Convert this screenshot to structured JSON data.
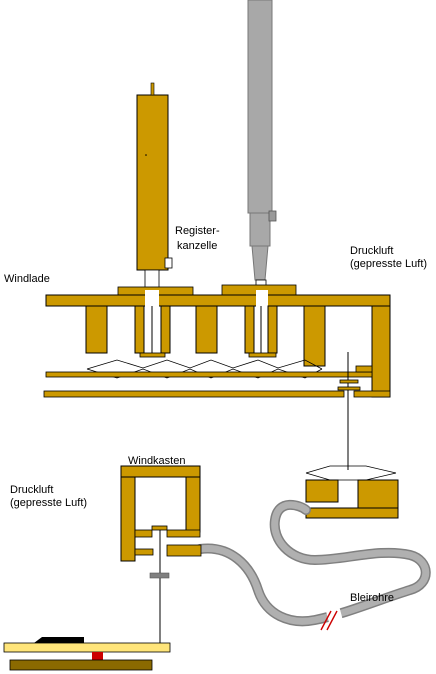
{
  "labels": {
    "register_line1": "Register-",
    "register_line2": "kanzelle",
    "druckluft_top_line1": "Druckluft",
    "druckluft_top_line2": "(gepresste Luft)",
    "windlade": "Windlade",
    "windkasten": "Windkasten",
    "druckluft_left_line1": "Druckluft",
    "druckluft_left_line2": "(gepresste Luft)",
    "bleirohre": "Bleirohre"
  },
  "colors": {
    "wood": "#cc9900",
    "wood_dark": "#7a5c00",
    "pipe_metal": "#a8a8a8",
    "lead_pipe": "#b0b0b0",
    "key_body": "#ffe57a",
    "key_top": "#000000",
    "key_base": "#8b6a00",
    "marker": "#cc0000",
    "break_mark": "#cc0000"
  }
}
